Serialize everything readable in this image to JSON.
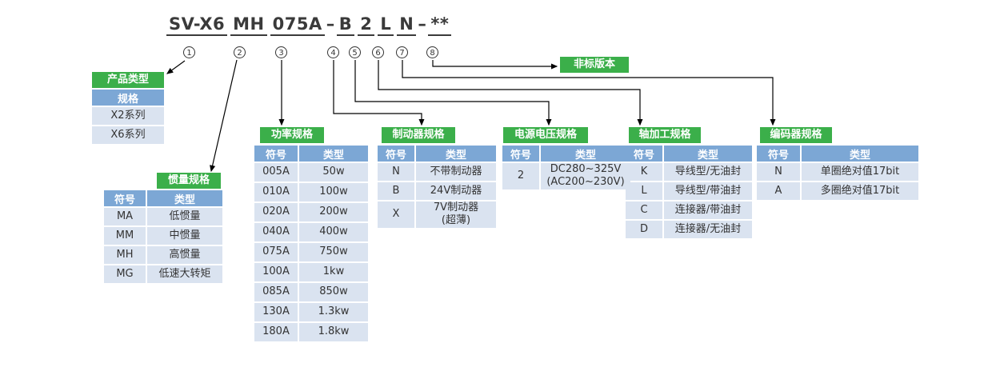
{
  "model_code": {
    "parts": [
      {
        "text": "SV-X6",
        "sep": " "
      },
      {
        "text": "MH",
        "sep": " "
      },
      {
        "text": "075A",
        "sep": "–"
      },
      {
        "text": "B",
        "sep": " "
      },
      {
        "text": "2",
        "sep": " "
      },
      {
        "text": "L",
        "sep": " "
      },
      {
        "text": "N",
        "sep": "–"
      },
      {
        "text": "**",
        "sep": ""
      }
    ]
  },
  "markers": [
    "1",
    "2",
    "3",
    "4",
    "5",
    "6",
    "7",
    "8"
  ],
  "nonstandard_label": "非标版本",
  "tables": {
    "product": {
      "title": "产品类型",
      "header": [
        "规格"
      ],
      "rows": [
        [
          "X2系列"
        ],
        [
          "X6系列"
        ]
      ]
    },
    "inertia": {
      "title": "惯量规格",
      "header": [
        "符号",
        "类型"
      ],
      "rows": [
        [
          "MA",
          "低惯量"
        ],
        [
          "MM",
          "中惯量"
        ],
        [
          "MH",
          "高惯量"
        ],
        [
          "MG",
          "低速大转矩"
        ]
      ]
    },
    "power": {
      "title": "功率规格",
      "header": [
        "符号",
        "类型"
      ],
      "rows": [
        [
          "005A",
          "50w"
        ],
        [
          "010A",
          "100w"
        ],
        [
          "020A",
          "200w"
        ],
        [
          "040A",
          "400w"
        ],
        [
          "075A",
          "750w"
        ],
        [
          "100A",
          "1kw"
        ],
        [
          "085A",
          "850w"
        ],
        [
          "130A",
          "1.3kw"
        ],
        [
          "180A",
          "1.8kw"
        ]
      ]
    },
    "brake": {
      "title": "制动器规格",
      "header": [
        "符号",
        "类型"
      ],
      "rows": [
        [
          "N",
          "不带制动器"
        ],
        [
          "B",
          "24V制动器"
        ],
        [
          "X",
          "7V制动器\n(超薄)"
        ]
      ]
    },
    "voltage": {
      "title": "电源电压规格",
      "header": [
        "符号",
        "类型"
      ],
      "rows": [
        [
          "2",
          "DC280~325V\n(AC200~230V)"
        ]
      ]
    },
    "shaft": {
      "title": "轴加工规格",
      "header": [
        "符号",
        "类型"
      ],
      "rows": [
        [
          "K",
          "导线型/无油封"
        ],
        [
          "L",
          "导线型/带油封"
        ],
        [
          "C",
          "连接器/带油封"
        ],
        [
          "D",
          "连接器/无油封"
        ]
      ]
    },
    "encoder": {
      "title": "编码器规格",
      "header": [
        "符号",
        "类型"
      ],
      "rows": [
        [
          "N",
          "单圈绝对值17bit"
        ],
        [
          "A",
          "多圈绝对值17bit"
        ]
      ]
    }
  },
  "colors": {
    "section_green": "#3BAF4A",
    "header_blue": "#7CA7D5",
    "row_background": "#DAE3F0",
    "line_black": "#000000"
  }
}
